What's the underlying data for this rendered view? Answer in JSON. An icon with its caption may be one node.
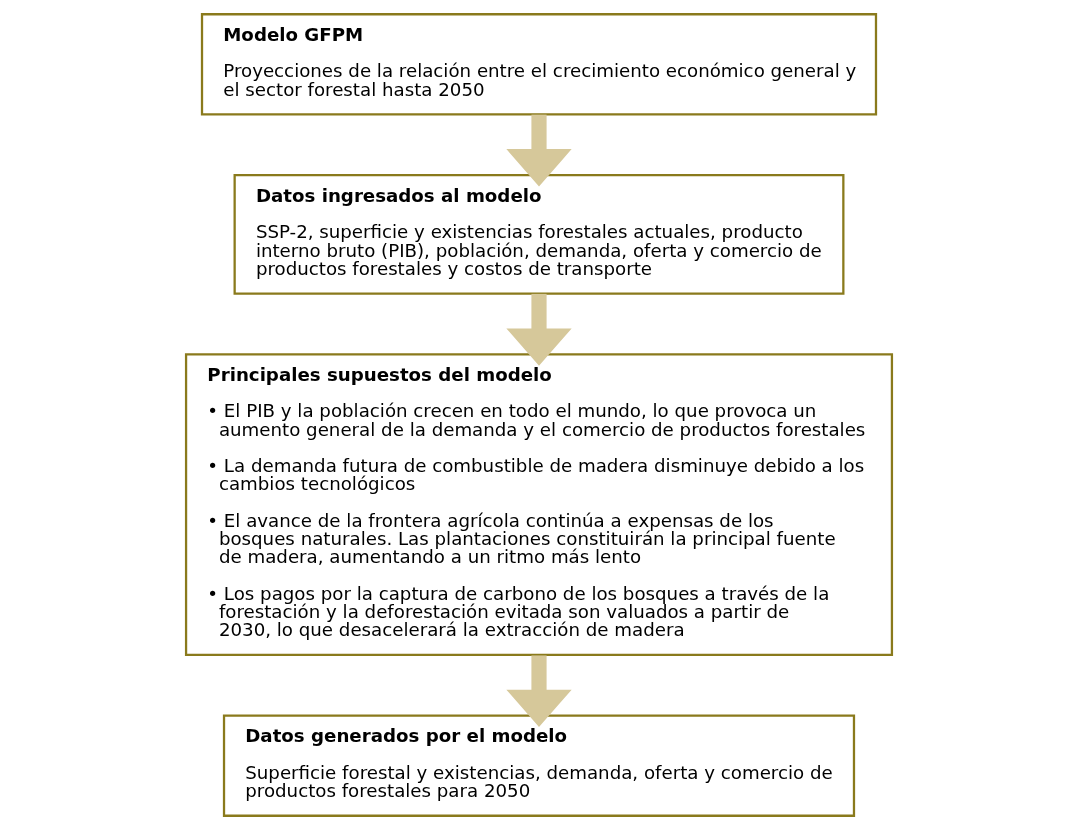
{
  "diagram": {
    "nodes": [
      {
        "text": [
          "Modelo GFPM",
          "Proyecciones de la relación entre el crecimiento económico general y el sector forestal hasta 2050"
        ]
      },
      {
        "text": [
          "Datos ingresados al modelo",
          "SSP-2, superficie y existencias forestales actuales, producto interno bruto (PIB), población, demanda, oferta y comercio de productos forestales y costos de transporte"
        ]
      },
      {
        "text": [
          "Principales supuestos del modelo",
          "• El PIB y la población crecen en todo el mundo, lo que provoca un aumento general de la demanda y el comercio de productos forestales",
          "• La demanda futura de combustible de madera disminuye debido a los cambios tecnológicos",
          "• El avance de la frontera agrícola continúa a expensas de los bosques naturales. Las plantaciones constituirán la principal fuente de madera, aumentando a un ritmo más lento",
          "• Los pagos por la captura de carbono de los bosques a través de la forestación y la deforestación evitada son valuados a partir de 2030, lo que desacelerará la extracción de madera"
        ]
      },
      {
        "text": [
          "Datos generados por el modelo",
          "Superficie forestal y existencias, demanda, oferta y comercio de productos forestales para 2050"
        ]
      }
    ],
    "edges": [
      {
        "from": 0,
        "to": 1,
        "arrow": "to"
      },
      {
        "from": 1,
        "to": 2,
        "arrow": "to"
      },
      {
        "from": 2,
        "to": 3,
        "arrow": "to"
      }
    ]
  }
}
